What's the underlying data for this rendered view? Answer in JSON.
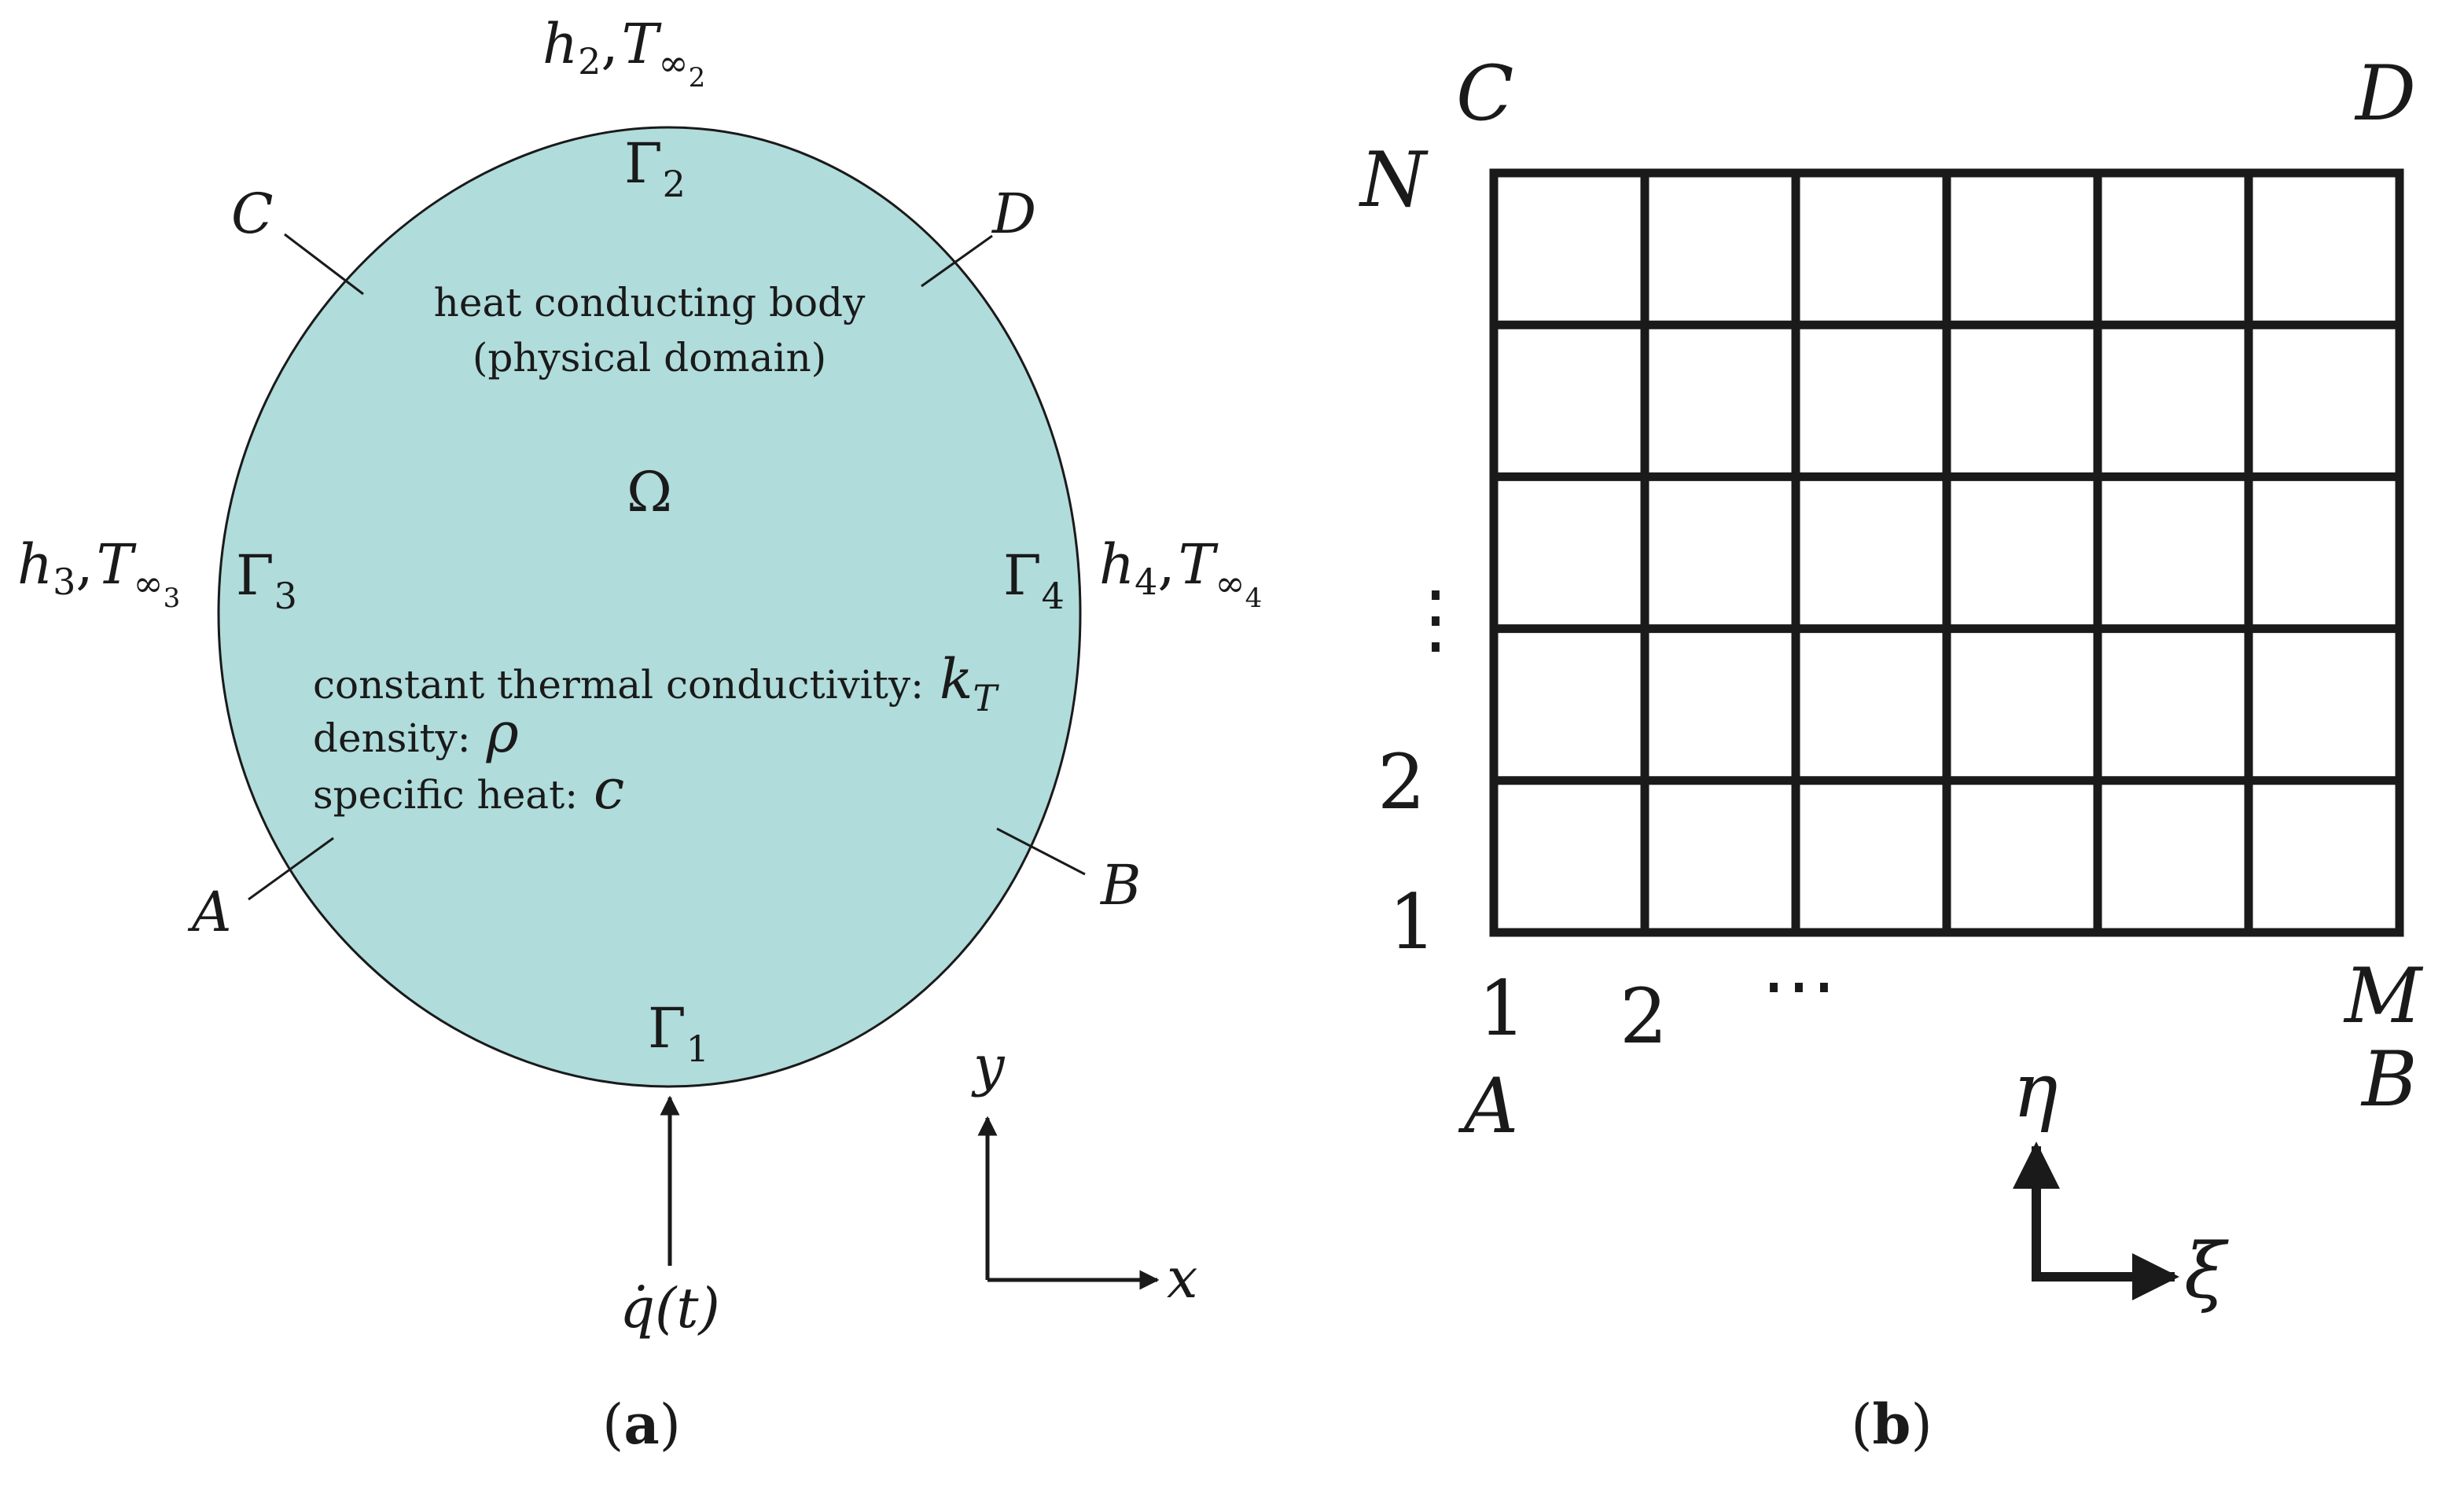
{
  "panel_a": {
    "caption_open": "(",
    "caption_letter": "a",
    "caption_close": ")",
    "domain_fill": "#b0dcdb",
    "body_title": "heat conducting body",
    "body_subtitle": "(physical domain)",
    "omega": "Ω",
    "gamma": "Γ",
    "gamma_1_sub": "1",
    "gamma_2_sub": "2",
    "gamma_3_sub": "3",
    "gamma_4_sub": "4",
    "h": "h",
    "t_inf": "T",
    "inf": "∞",
    "comma": ",",
    "bc_top_h_sub": "2",
    "bc_top_t_sub": "2",
    "bc_left_h_sub": "3",
    "bc_left_t_sub": "3",
    "bc_right_h_sub": "4",
    "bc_right_t_sub": "4",
    "point_a": "A",
    "point_b": "B",
    "point_c": "C",
    "point_d": "D",
    "conductivity_label": "constant thermal conductivity:",
    "conductivity_symbol": "k",
    "conductivity_sub": "T",
    "density_label": "density:",
    "density_symbol": "ρ",
    "specific_heat_label": "specific heat:",
    "specific_heat_symbol": "c",
    "flux_label": "q̇(t)",
    "axis_x": "x",
    "axis_y": "y"
  },
  "panel_b": {
    "caption_open": "(",
    "caption_letter": "b",
    "caption_close": ")",
    "corner_c": "C",
    "corner_d": "D",
    "corner_a": "A",
    "corner_b": "B",
    "row_top": "N",
    "row_dots": "⋮",
    "row_2": "2",
    "row_1": "1",
    "col_1": "1",
    "col_2": "2",
    "col_dots": "⋯",
    "col_last": "M",
    "axis_eta": "η",
    "axis_xi": "ξ",
    "grid_columns": 6,
    "grid_rows": 5
  }
}
